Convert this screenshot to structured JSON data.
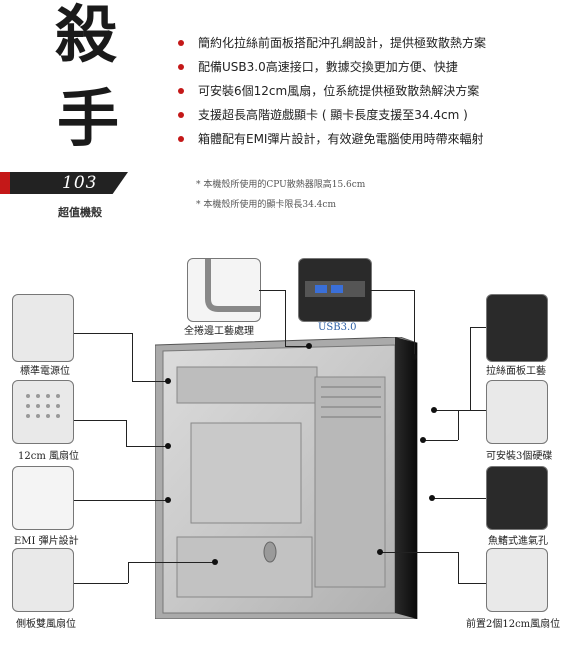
{
  "header": {
    "title_chars": [
      "殺",
      "手"
    ],
    "model": "103",
    "subtitle": "超值機殼"
  },
  "features": [
    "簡約化拉絲前面板搭配沖孔網設計，提供極致散熱方案",
    "配備USB3.0高速接口，數據交換更加方便、快捷",
    "可安裝6個12cm風扇，位系統提供極致散熱解決方案",
    "支援超長高階遊戲顯卡 ( 顯卡長度支援至34.4cm )",
    "箱體配有EMI彈片設計，有效避免電腦使用時帶來輻射"
  ],
  "notes": [
    "* 本機殼所使用的CPU散熱器限高15.6cm",
    "* 本機殼所使用的顯卡限長34.4cm"
  ],
  "callouts": {
    "top_left": "全捲邊工藝處理",
    "top_right": "USB3.0",
    "left": [
      "標準電源位",
      "12cm 風扇位",
      "EMI 彈片設計",
      "側板雙風扇位"
    ],
    "right": [
      "拉絲面板工藝",
      "可安裝3個硬碟",
      "魚鰭式進氣孔",
      "前置2個12cm風扇位"
    ]
  },
  "colors": {
    "accent": "#c41818",
    "usb_label": "#2b5fa6"
  }
}
